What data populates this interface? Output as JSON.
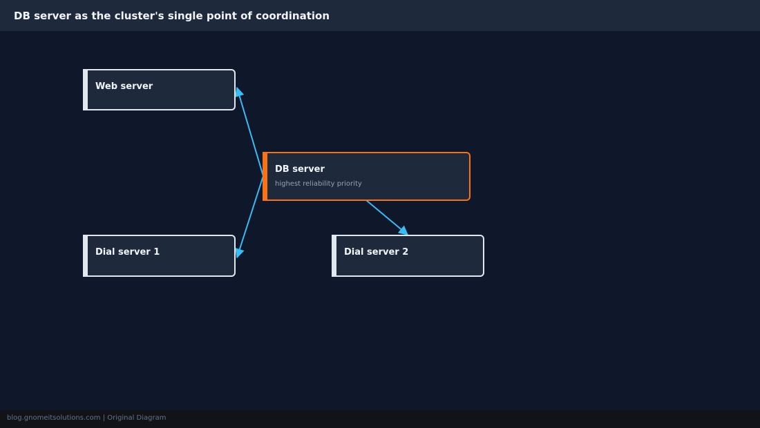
{
  "header": {
    "title": "DB server as the cluster's single point of coordination"
  },
  "nodes": {
    "web": {
      "title": "Web server"
    },
    "db": {
      "title": "DB server",
      "subtitle": "highest reliability priority"
    },
    "dial1": {
      "title": "Dial server 1"
    },
    "dial2": {
      "title": "Dial server 2"
    }
  },
  "edges": [
    {
      "from": "DB server",
      "to": "Web server"
    },
    {
      "from": "DB server",
      "to": "Dial server 1"
    },
    {
      "from": "DB server",
      "to": "Dial server 2"
    }
  ],
  "colors": {
    "background": "#0f172a",
    "node_fill": "#1e293b",
    "node_border": "#e2e8f0",
    "accent": "#f97316",
    "edge": "#38bdf8"
  },
  "footer": {
    "text": "blog.gnomeitsolutions.com | Original Diagram"
  }
}
